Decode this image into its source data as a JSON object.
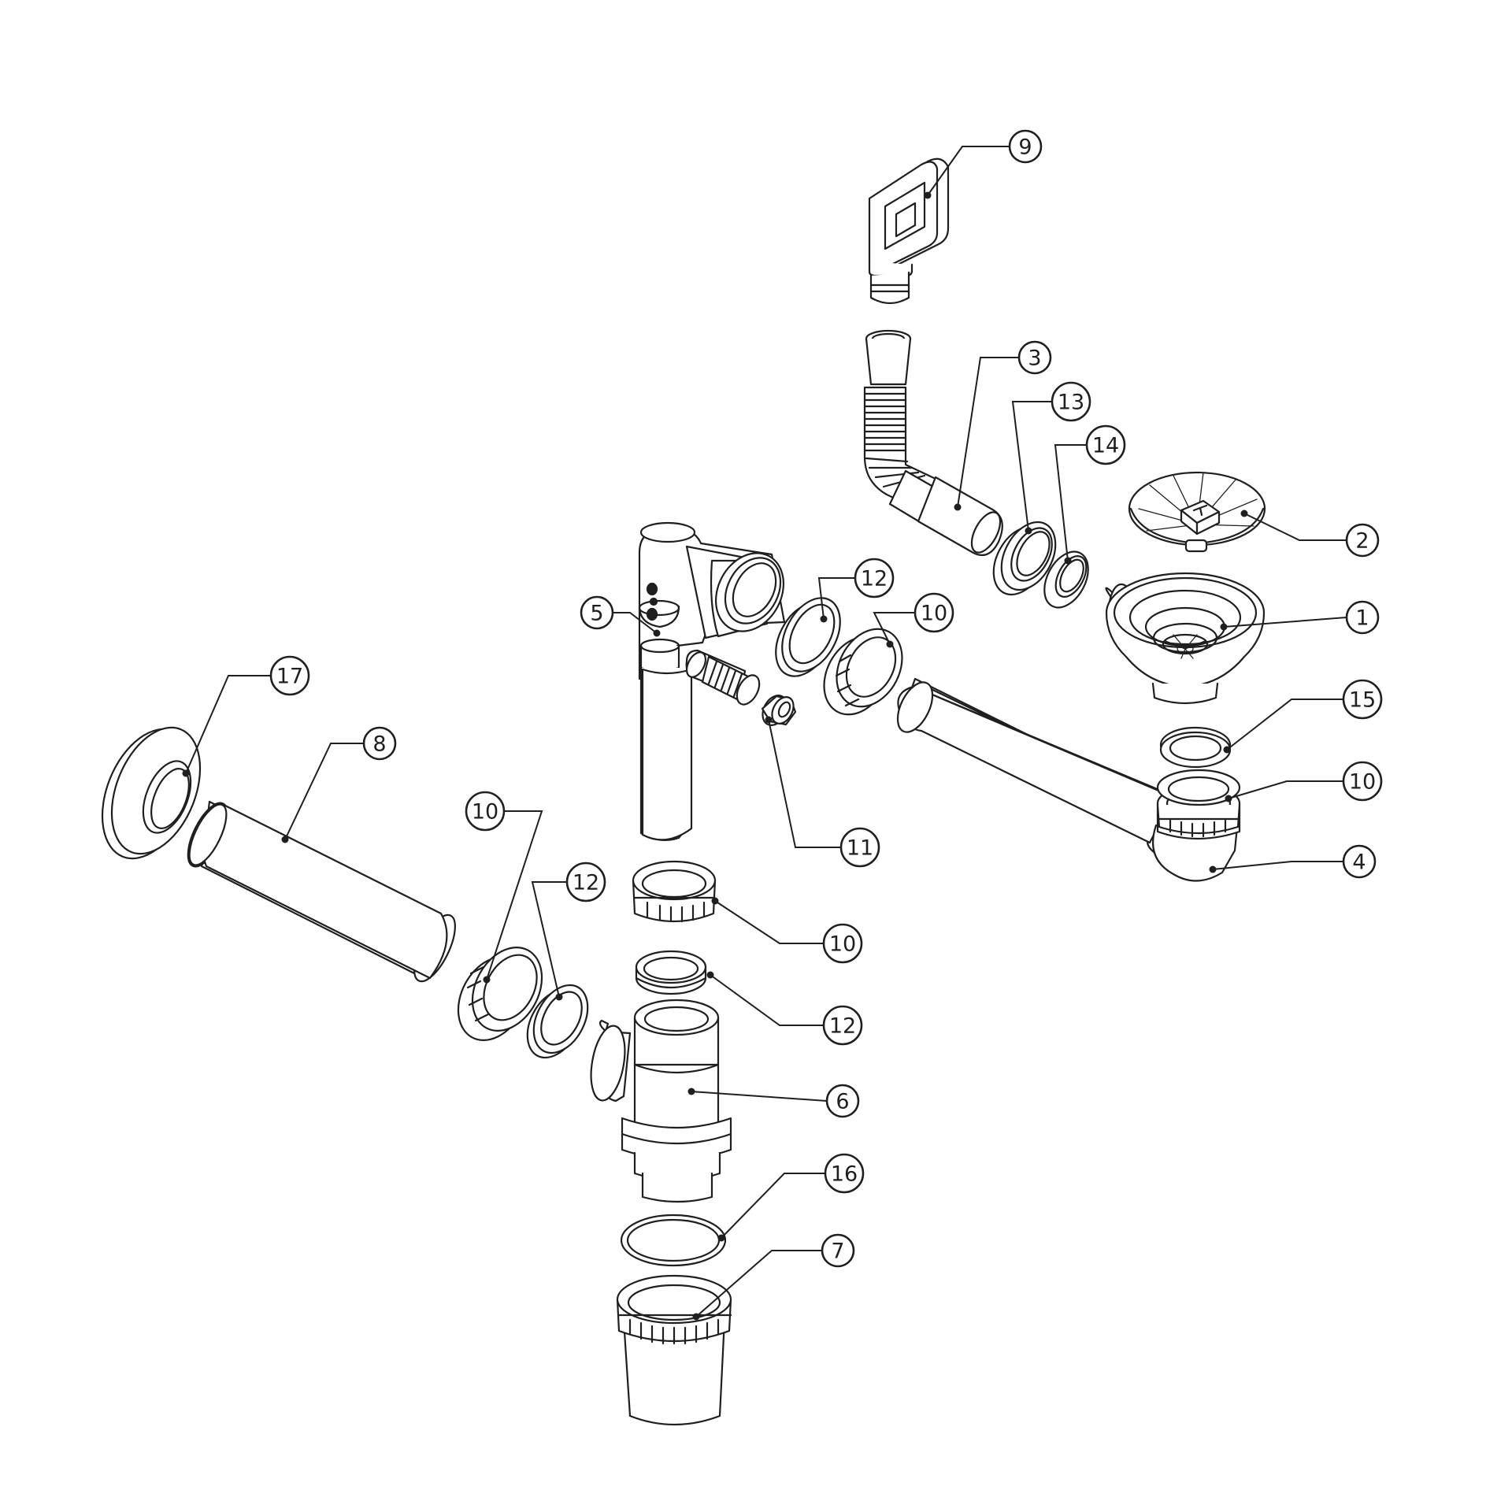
{
  "diagram": {
    "type": "exploded-parts-diagram",
    "subject": "kitchen sink waste and siphon kit",
    "line_color": "#1f1f1f",
    "background": "#ffffff",
    "callouts": [
      {
        "part": "9",
        "label": "9"
      },
      {
        "part": "3",
        "label": "3"
      },
      {
        "part": "13",
        "label": "13"
      },
      {
        "part": "14",
        "label": "14"
      },
      {
        "part": "2",
        "label": "2"
      },
      {
        "part": "1",
        "label": "1"
      },
      {
        "part": "12",
        "label": "12"
      },
      {
        "part": "10",
        "label": "10"
      },
      {
        "part": "5",
        "label": "5"
      },
      {
        "part": "15",
        "label": "15"
      },
      {
        "part": "10",
        "label": "10"
      },
      {
        "part": "17",
        "label": "17"
      },
      {
        "part": "8",
        "label": "8"
      },
      {
        "part": "4",
        "label": "4"
      },
      {
        "part": "11",
        "label": "11"
      },
      {
        "part": "10",
        "label": "10"
      },
      {
        "part": "12",
        "label": "12"
      },
      {
        "part": "10",
        "label": "10"
      },
      {
        "part": "12",
        "label": "12"
      },
      {
        "part": "6",
        "label": "6"
      },
      {
        "part": "16",
        "label": "16"
      },
      {
        "part": "7",
        "label": "7"
      }
    ]
  }
}
